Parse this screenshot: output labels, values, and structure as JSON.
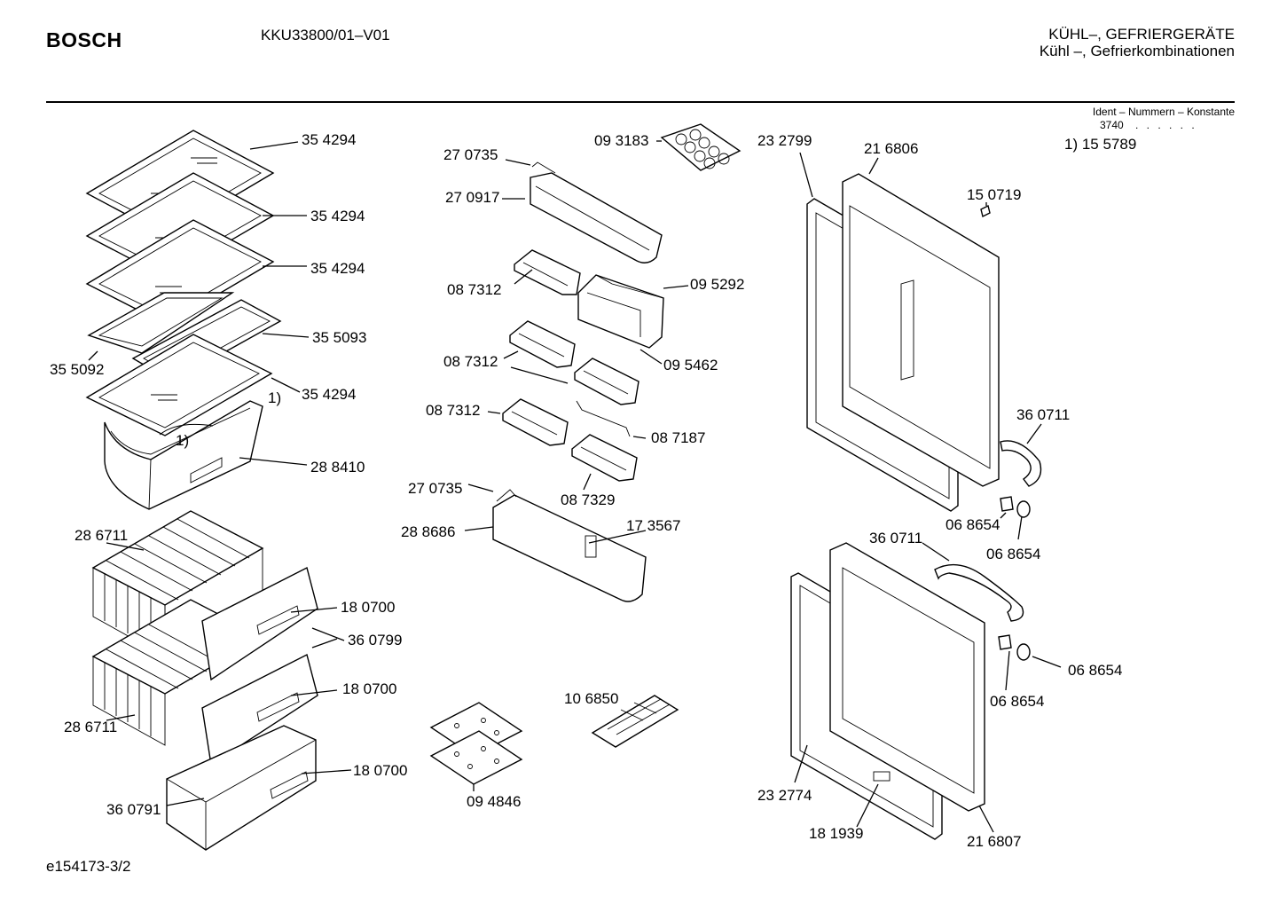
{
  "header": {
    "brand": "BOSCH",
    "model": "KKU33800/01–V01",
    "category_line1": "KÜHL–, GEFRIERGERÄTE",
    "category_line2": "Kühl –, Gefrierkombinationen"
  },
  "ident": {
    "label": "Ident – Nummern – Konstante",
    "value": "3740",
    "dots": ". . . . . .",
    "footnote": "1) 15 5789"
  },
  "footer": {
    "doc_ref": "e154173-3/2"
  },
  "callouts": {
    "c354294a": "35 4294",
    "c354294b": "35 4294",
    "c354294c": "35 4294",
    "c355093": "35 5093",
    "c355092": "35 5092",
    "c354294d": "35 4294",
    "note1a": "1)",
    "note1b": "1)",
    "c288410": "28 8410",
    "c286711a": "28 6711",
    "c180700a": "18 0700",
    "c360799": "36 0799",
    "c180700b": "18 0700",
    "c286711b": "28 6711",
    "c180700c": "18 0700",
    "c360791": "36 0791",
    "c093183": "09 3183",
    "c270735a": "27 0735",
    "c270917": "27 0917",
    "c087312a": "08 7312",
    "c095292": "09 5292",
    "c087312b": "08 7312",
    "c095462": "09 5462",
    "c087312c": "08 7312",
    "c087187": "08 7187",
    "c087329": "08 7329",
    "c270735b": "27 0735",
    "c288686": "28 8686",
    "c173567": "17 3567",
    "c106850": "10 6850",
    "c094846": "09 4846",
    "c232799": "23 2799",
    "c216806": "21 6806",
    "c150719": "15 0719",
    "c360711a": "36 0711",
    "c068654a": "06 8654",
    "c068654b": "06 8654",
    "c360711b": "36 0711",
    "c068654c": "06 8654",
    "c068654d": "06 8654",
    "c232774": "23 2774",
    "c181939": "18 1939",
    "c216807": "21 6807"
  }
}
